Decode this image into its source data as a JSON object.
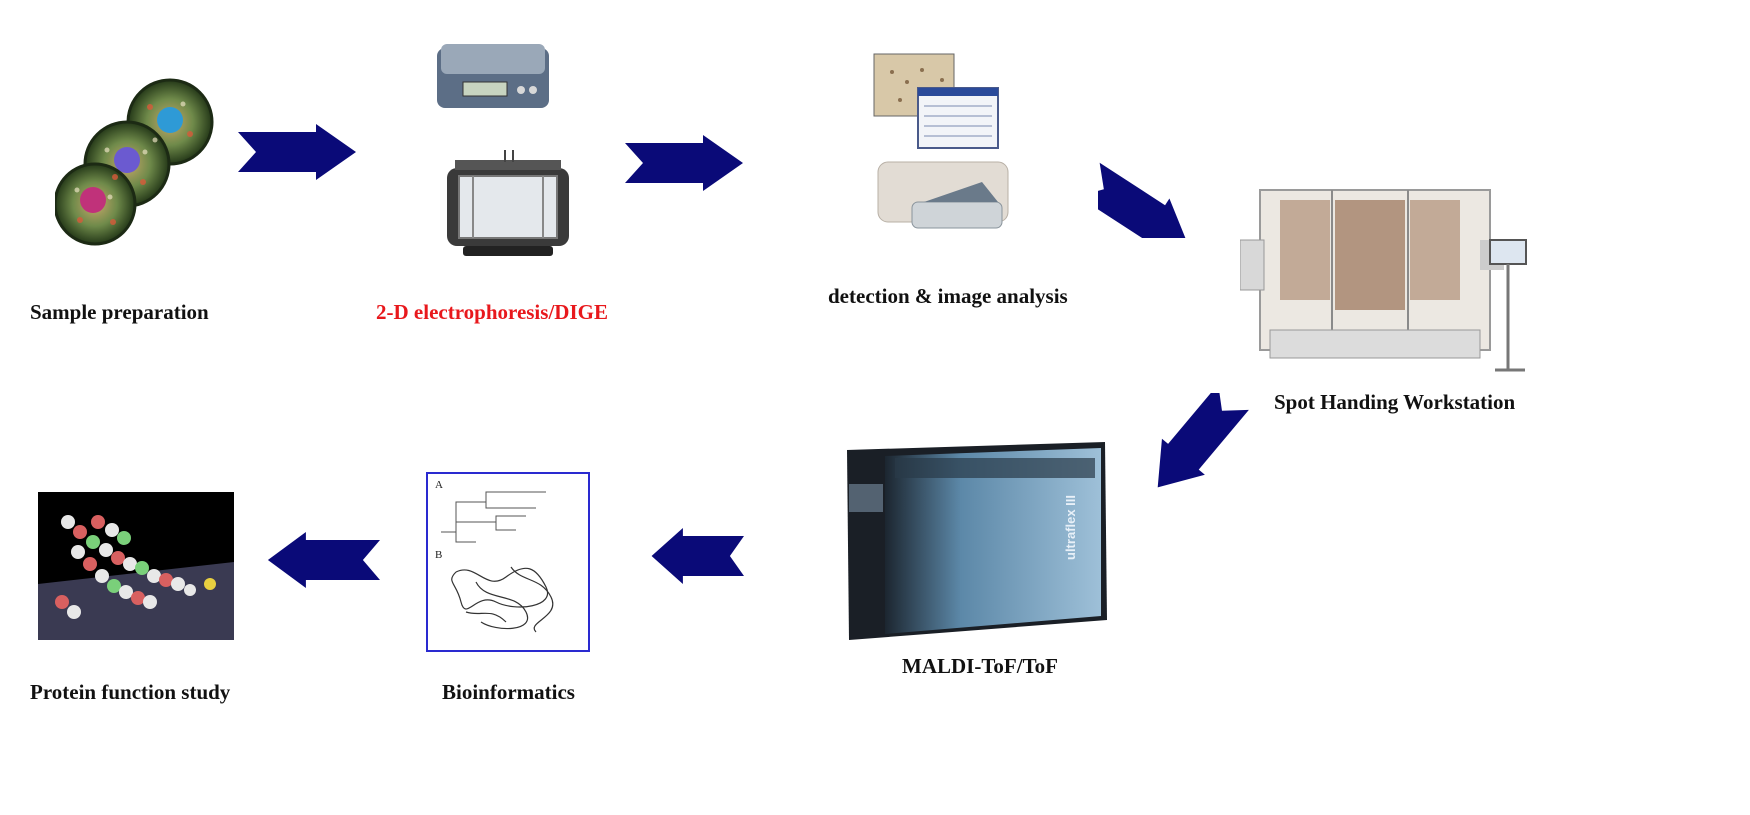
{
  "colors": {
    "arrow": "#0a0a78",
    "label": "#111111",
    "highlight_label": "#e8181c",
    "frame": "#2a2ad0"
  },
  "steps": {
    "sample_preparation": "Sample preparation",
    "electrophoresis": "2-D electrophoresis/DIGE",
    "detection": "detection & image analysis",
    "spot_handling": "Spot Handing Workstation",
    "maldi": "MALDI-ToF/ToF",
    "bioinformatics": "Bioinformatics",
    "protein_function": "Protein function study"
  },
  "instrument_text": {
    "maldi_brand": "ultraflex III"
  },
  "bioinformatics_figure": {
    "panel_a": "A",
    "panel_b": "B"
  },
  "icons": [
    "cells-image",
    "electrophoresis-device-image",
    "scanner-image",
    "workstation-image",
    "maldi-instrument-image",
    "phylogeny-structure-figure",
    "protein-model-image",
    "flow-arrow-icon"
  ]
}
